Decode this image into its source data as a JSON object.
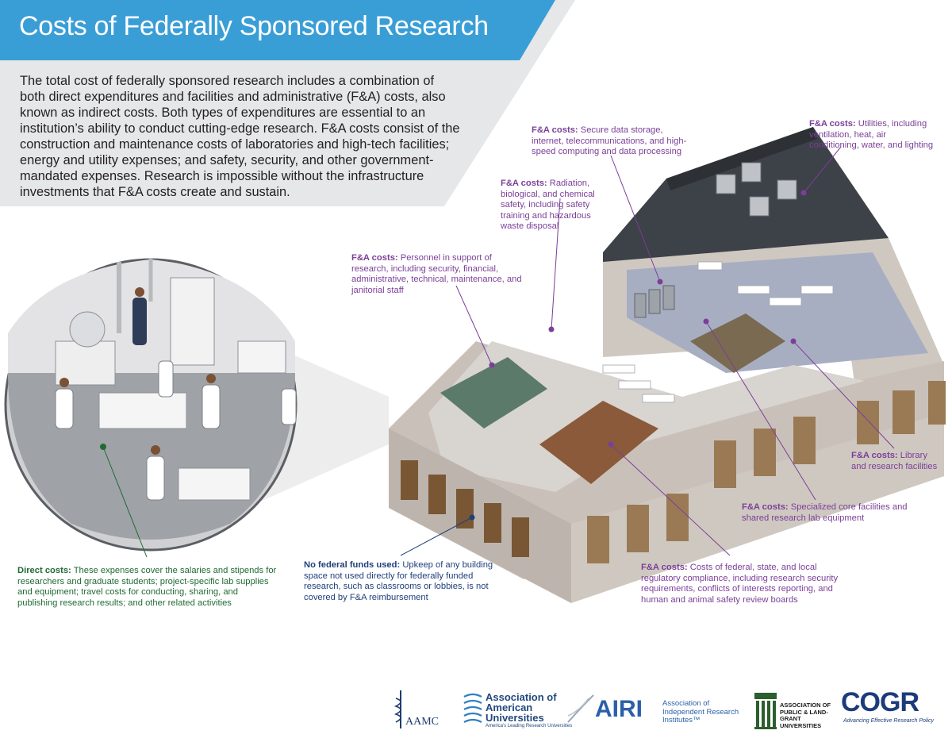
{
  "title": "Costs of Federally Sponsored Research",
  "intro": "The total cost of federally sponsored research includes a combination of both direct expenditures and facilities and administrative (F&A) costs, also known as indirect costs. Both types of expenditures are essential to an institution’s ability to conduct cutting-edge research. F&A costs consist of the construction and maintenance costs of laboratories and high-tech facilities; energy and utility expenses; and safety, security, and other government-mandated expenses. Research is impossible without the infrastructure investments that F&A costs create and sustain.",
  "callouts": {
    "data_storage": {
      "label": "F&A costs:",
      "text": "Secure data storage, internet, telecommunications, and high-speed computing and data processing"
    },
    "utilities": {
      "label": "F&A costs:",
      "text": "Utilities, including ventilation, heat, air conditioning, water, and lighting"
    },
    "safety": {
      "label": "F&A costs:",
      "text": "Radiation, biological, and chemical safety, including safety training and hazardous waste disposal"
    },
    "personnel": {
      "label": "F&A costs:",
      "text": "Personnel in support of research, including security, financial, administrative, technical, maintenance, and janitorial staff"
    },
    "library": {
      "label": "F&A costs:",
      "text": "Library and research facilities"
    },
    "core_facilities": {
      "label": "F&A costs:",
      "text": "Specialized core facilities and shared research lab equipment"
    },
    "compliance": {
      "label": "F&A costs:",
      "text": "Costs of federal, state, and local regulatory compliance, including research security requirements, conflicts of interests reporting, and human and animal safety review boards"
    },
    "no_federal": {
      "label": "No federal funds used:",
      "text": "Upkeep of any building space not used directly for federally funded research, such as classrooms or lobbies, is not covered by F&A reimbursement"
    },
    "direct": {
      "label": "Direct costs:",
      "text": "These expenses cover the salaries and stipends for researchers and graduate students; project-specific lab supplies and equipment; travel costs for conducting, sharing, and publishing research results; and other related activities"
    }
  },
  "logos": {
    "aamc": "AAMC",
    "aau_title": "Association of American Universities",
    "aau_sub": "America's Leading Research Universities",
    "airi_big": "AIRI",
    "airi_small": "Association of Independent Research Institutes",
    "airi_tm": "™",
    "aplu": "ASSOCIATION OF PUBLIC & LAND-GRANT UNIVERSITIES",
    "cogr": "COGR",
    "cogr_sub": "Advancing Effective Research Policy"
  },
  "colors": {
    "banner": "#3a9ed6",
    "intro_band": "#e6e7e8",
    "fa_purple": "#7b3f98",
    "direct_green": "#1f6b34",
    "no_federal_blue": "#1f3f7a",
    "roof": "#3d4148",
    "wall": "#cfc8c1"
  }
}
